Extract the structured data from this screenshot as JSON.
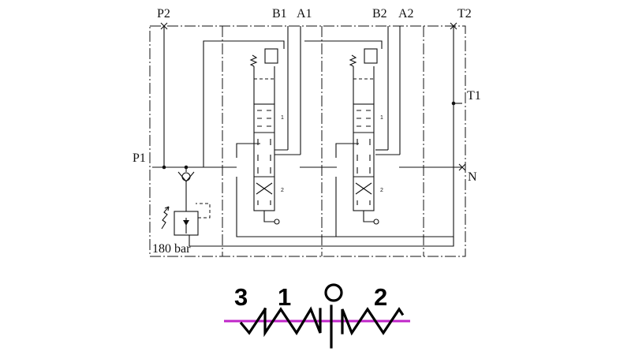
{
  "diagram": {
    "ports": {
      "p2": "P2",
      "b1": "B1",
      "a1": "A1",
      "b2": "B2",
      "a2": "A2",
      "t2": "T2",
      "t1": "T1",
      "p1": "P1",
      "n": "N"
    },
    "relief_setting": "180 bar",
    "spool_marks": {
      "top": "1",
      "bottom": "2"
    }
  },
  "detent_symbol": {
    "labels": {
      "left": "3",
      "middle": "1",
      "right": "2"
    },
    "line_color": "#c026c9"
  }
}
